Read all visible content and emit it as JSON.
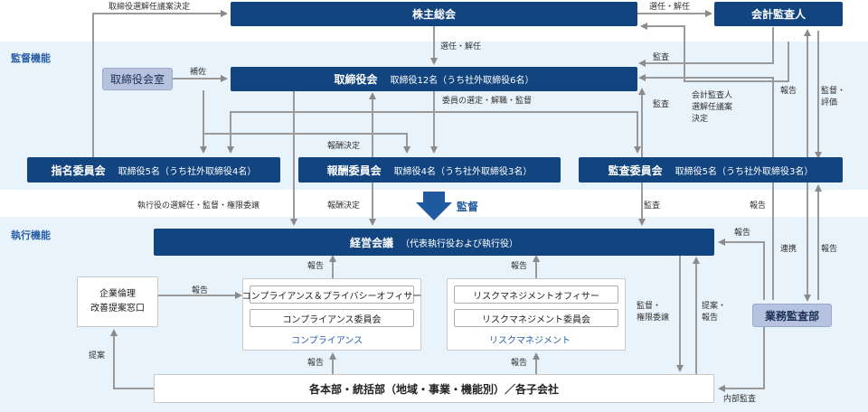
{
  "sections": {
    "supervision": "監督機能",
    "execution": "執行機能"
  },
  "boxes": {
    "shareholders": {
      "title": "株主総会"
    },
    "auditor": {
      "title": "会計監査人"
    },
    "board": {
      "title": "取締役会",
      "sub": "取締役12名（うち社外取締役6名）"
    },
    "board_office": {
      "title": "取締役会室"
    },
    "nomination": {
      "title": "指名委員会",
      "sub": "取締役5名（うち社外取締役4名）"
    },
    "compensation": {
      "title": "報酬委員会",
      "sub": "取締役4名（うち社外取締役3名）"
    },
    "audit_committee": {
      "title": "監査委員会",
      "sub": "取締役5名（うち社外取締役3名）"
    },
    "management": {
      "title": "経営会議",
      "sub": "（代表執行役および執行役）"
    },
    "ethics": {
      "line1": "企業倫理",
      "line2": "改善提案窓口"
    },
    "compliance": {
      "item1": "コンプライアンス＆プライバシーオフィサー",
      "item2": "コンプライアンス委員会",
      "label": "コンプライアンス"
    },
    "risk": {
      "item1": "リスクマネジメントオフィサー",
      "item2": "リスクマネジメント委員会",
      "label": "リスクマネジメント"
    },
    "internal_audit": {
      "title": "業務監査部"
    },
    "divisions": {
      "title": "各本部・統括部（地域・事業・機能別）／各子会社"
    }
  },
  "arrow": {
    "oversight": "監督"
  },
  "labels": {
    "director_proposal": "取締役選解任議案決定",
    "elect_dismiss_top": "選任・解任",
    "elect_dismiss_mid": "選任・解任",
    "support": "補佐",
    "audit_board": "監査",
    "committee_members": "委員の選定・解職・監督",
    "audit_mid": "監査",
    "auditor_proposal_1": "会計監査人",
    "auditor_proposal_2": "選解任議案",
    "auditor_proposal_3": "決定",
    "report_auditor": "報告",
    "supervise_eval_1": "監督・",
    "supervise_eval_2": "評価",
    "comp_decision_top": "報酬決定",
    "exec_appoint": "執行役の選解任・監督・権限委譲",
    "comp_decision_bottom": "報酬決定",
    "audit_exec": "監査",
    "report_ac": "報告",
    "report_mgmt": "報告",
    "cooperation": "連携",
    "report_ia": "報告",
    "report_comp_up": "報告",
    "report_risk_up": "報告",
    "report_ethics": "報告",
    "supervise_delegate_1": "監督・",
    "supervise_delegate_2": "権限委譲",
    "proposal_report_1": "提案・",
    "proposal_report_2": "報告",
    "report_comp_div": "報告",
    "report_risk_div": "報告",
    "proposal": "提案",
    "internal_audit_label": "内部監査"
  }
}
